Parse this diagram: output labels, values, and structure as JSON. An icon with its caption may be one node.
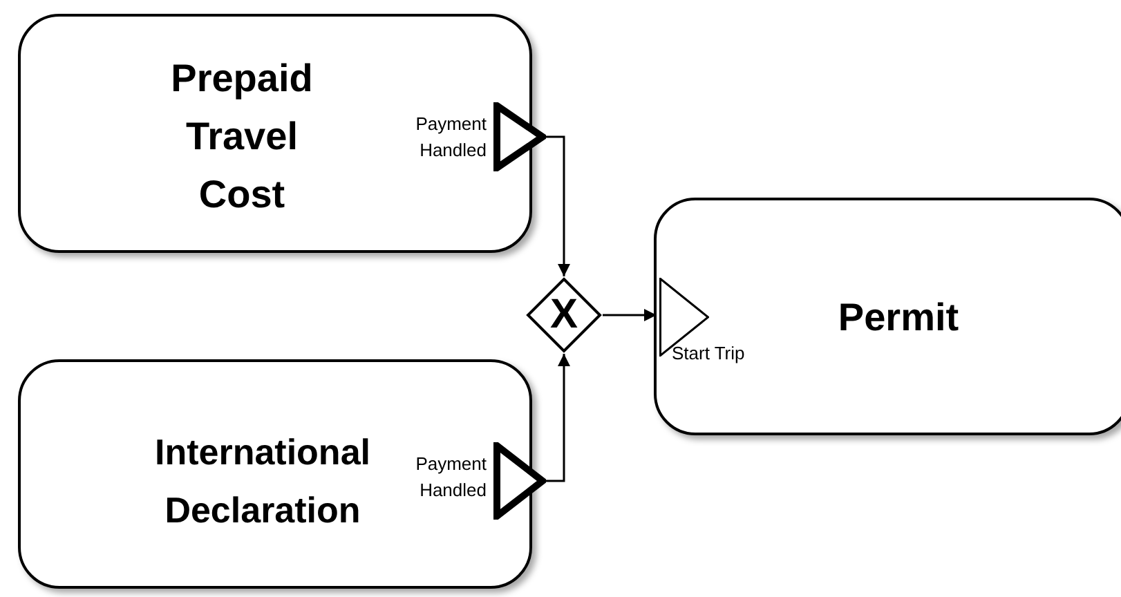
{
  "diagram": {
    "nodes": [
      {
        "text": [
          "Prepaid Travel Cost"
        ]
      },
      {
        "text": [],
        "shape": "triangle",
        "beside": [
          "Payment Handled"
        ]
      },
      {
        "text": [
          "International Declaration"
        ]
      },
      {
        "text": [],
        "shape": "triangle",
        "beside": [
          "Payment Handled"
        ]
      },
      {
        "text": [
          "X"
        ]
      },
      {
        "text": [
          "Permit"
        ]
      },
      {
        "text": [],
        "shape": "triangle",
        "in": 5,
        "beside": [
          "Start Trip"
        ]
      }
    ],
    "edges": [
      {
        "from": 1,
        "to": 4,
        "arrow": "to"
      },
      {
        "from": 3,
        "to": 4,
        "arrow": "to"
      },
      {
        "from": 4,
        "to": 6,
        "arrow": "to"
      }
    ]
  }
}
